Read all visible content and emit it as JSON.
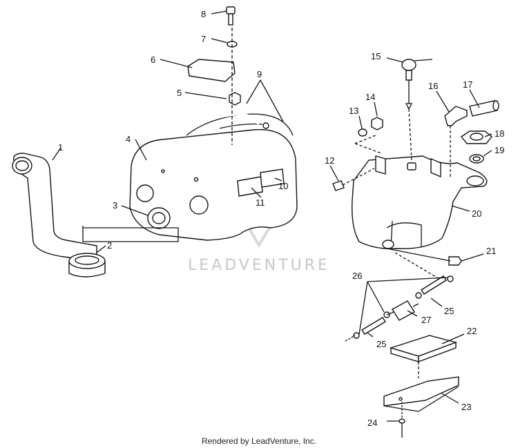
{
  "callouts": {
    "c1": "1",
    "c2": "2",
    "c3": "3",
    "c4": "4",
    "c5": "5",
    "c6": "6",
    "c7": "7",
    "c8": "8",
    "c9": "9",
    "c10": "10",
    "c11": "11",
    "c12": "12",
    "c13": "13",
    "c14": "14",
    "c15": "15",
    "c16": "16",
    "c17": "17",
    "c18": "18",
    "c19": "19",
    "c20": "20",
    "c21": "21",
    "c22": "22",
    "c23": "23",
    "c24": "24",
    "c25a": "25",
    "c25b": "25",
    "c26": "26",
    "c27": "27"
  },
  "watermark": "LEADVENTURE",
  "footer": "Rendered by LeadVenture, Inc."
}
